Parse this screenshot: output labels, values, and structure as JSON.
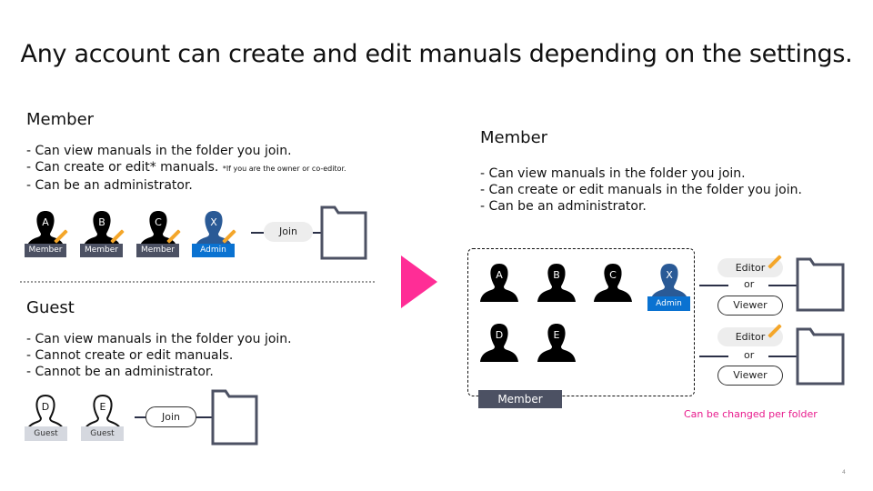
{
  "slide": {
    "title": "Any account can create and edit manuals depending on the settings.",
    "page_number": "4"
  },
  "left_member": {
    "heading": "Member",
    "bullets": [
      "- Can view manuals in the folder you join.",
      "- Can create or edit* manuals.",
      "- Can be an administrator."
    ],
    "footnote": "*If you are the owner or co-editor.",
    "users": [
      {
        "letter": "A",
        "badge": "Member",
        "color": "#000000"
      },
      {
        "letter": "B",
        "badge": "Member",
        "color": "#000000"
      },
      {
        "letter": "C",
        "badge": "Member",
        "color": "#000000"
      },
      {
        "letter": "X",
        "badge": "Admin",
        "color": "#2a5a96"
      }
    ],
    "join_label": "Join"
  },
  "left_guest": {
    "heading": "Guest",
    "bullets": [
      "- Can view manuals in the folder you join.",
      "- Cannot create or edit manuals.",
      "- Cannot be an administrator."
    ],
    "users": [
      {
        "letter": "D",
        "badge": "Guest"
      },
      {
        "letter": "E",
        "badge": "Guest"
      }
    ],
    "join_label": "Join"
  },
  "right_member": {
    "heading": "Member",
    "bullets": [
      "- Can view manuals in the folder you join.",
      "- Can create or edit manuals in the folder you join.",
      "- Can be an administrator."
    ],
    "users": [
      {
        "letter": "A"
      },
      {
        "letter": "B"
      },
      {
        "letter": "C"
      },
      {
        "letter": "X",
        "badge": "Admin"
      },
      {
        "letter": "D"
      },
      {
        "letter": "E"
      }
    ],
    "group_label": "Member",
    "roles": [
      {
        "editor": "Editor",
        "or": "or",
        "viewer": "Viewer"
      },
      {
        "editor": "Editor",
        "or": "or",
        "viewer": "Viewer"
      }
    ],
    "caption": "Can be changed per folder"
  },
  "colors": {
    "accent_pink": "#ff2d96",
    "member_badge": "#4c5163",
    "admin_badge": "#0a72d1",
    "guest_badge": "#d5d8df",
    "pencil": "#f4a62a"
  }
}
